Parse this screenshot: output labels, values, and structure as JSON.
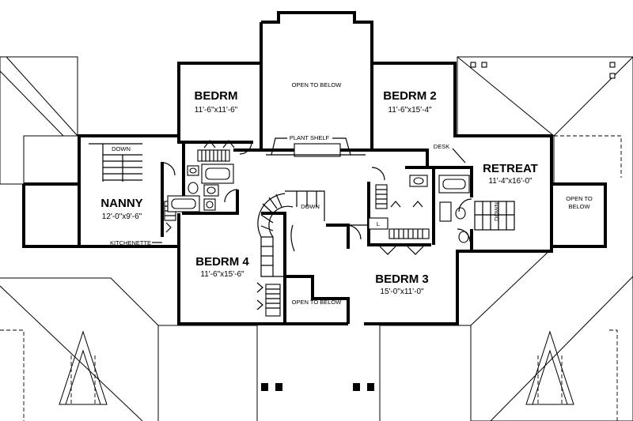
{
  "plan": {
    "rooms": [
      {
        "id": "bedrm1",
        "name": "BEDRM",
        "dims": "11'-6\"x11'-6\""
      },
      {
        "id": "bedrm2",
        "name": "BEDRM 2",
        "dims": "11'-6\"x15'-4\""
      },
      {
        "id": "bedrm3",
        "name": "BEDRM 3",
        "dims": "15'-0\"x11'-0\""
      },
      {
        "id": "bedrm4",
        "name": "BEDRM 4",
        "dims": "11'-6\"x15'-6\""
      },
      {
        "id": "nanny",
        "name": "NANNY",
        "dims": "12'-0\"x9'-6\""
      },
      {
        "id": "retreat",
        "name": "RETREAT",
        "dims": "11'-4\"x16'-0\""
      }
    ],
    "notes": {
      "open_top": "OPEN TO BELOW",
      "open_bottom": "OPEN TO BELOW",
      "open_right_1": "OPEN TO",
      "open_right_2": "BELOW",
      "plant_shelf": "PLANT SHELF",
      "desk": "DESK",
      "kitchenette": "KITCHENETTE",
      "down_left": "DOWN",
      "down_center": "DOWN",
      "down_right": "DOWN",
      "linen": "L"
    }
  }
}
